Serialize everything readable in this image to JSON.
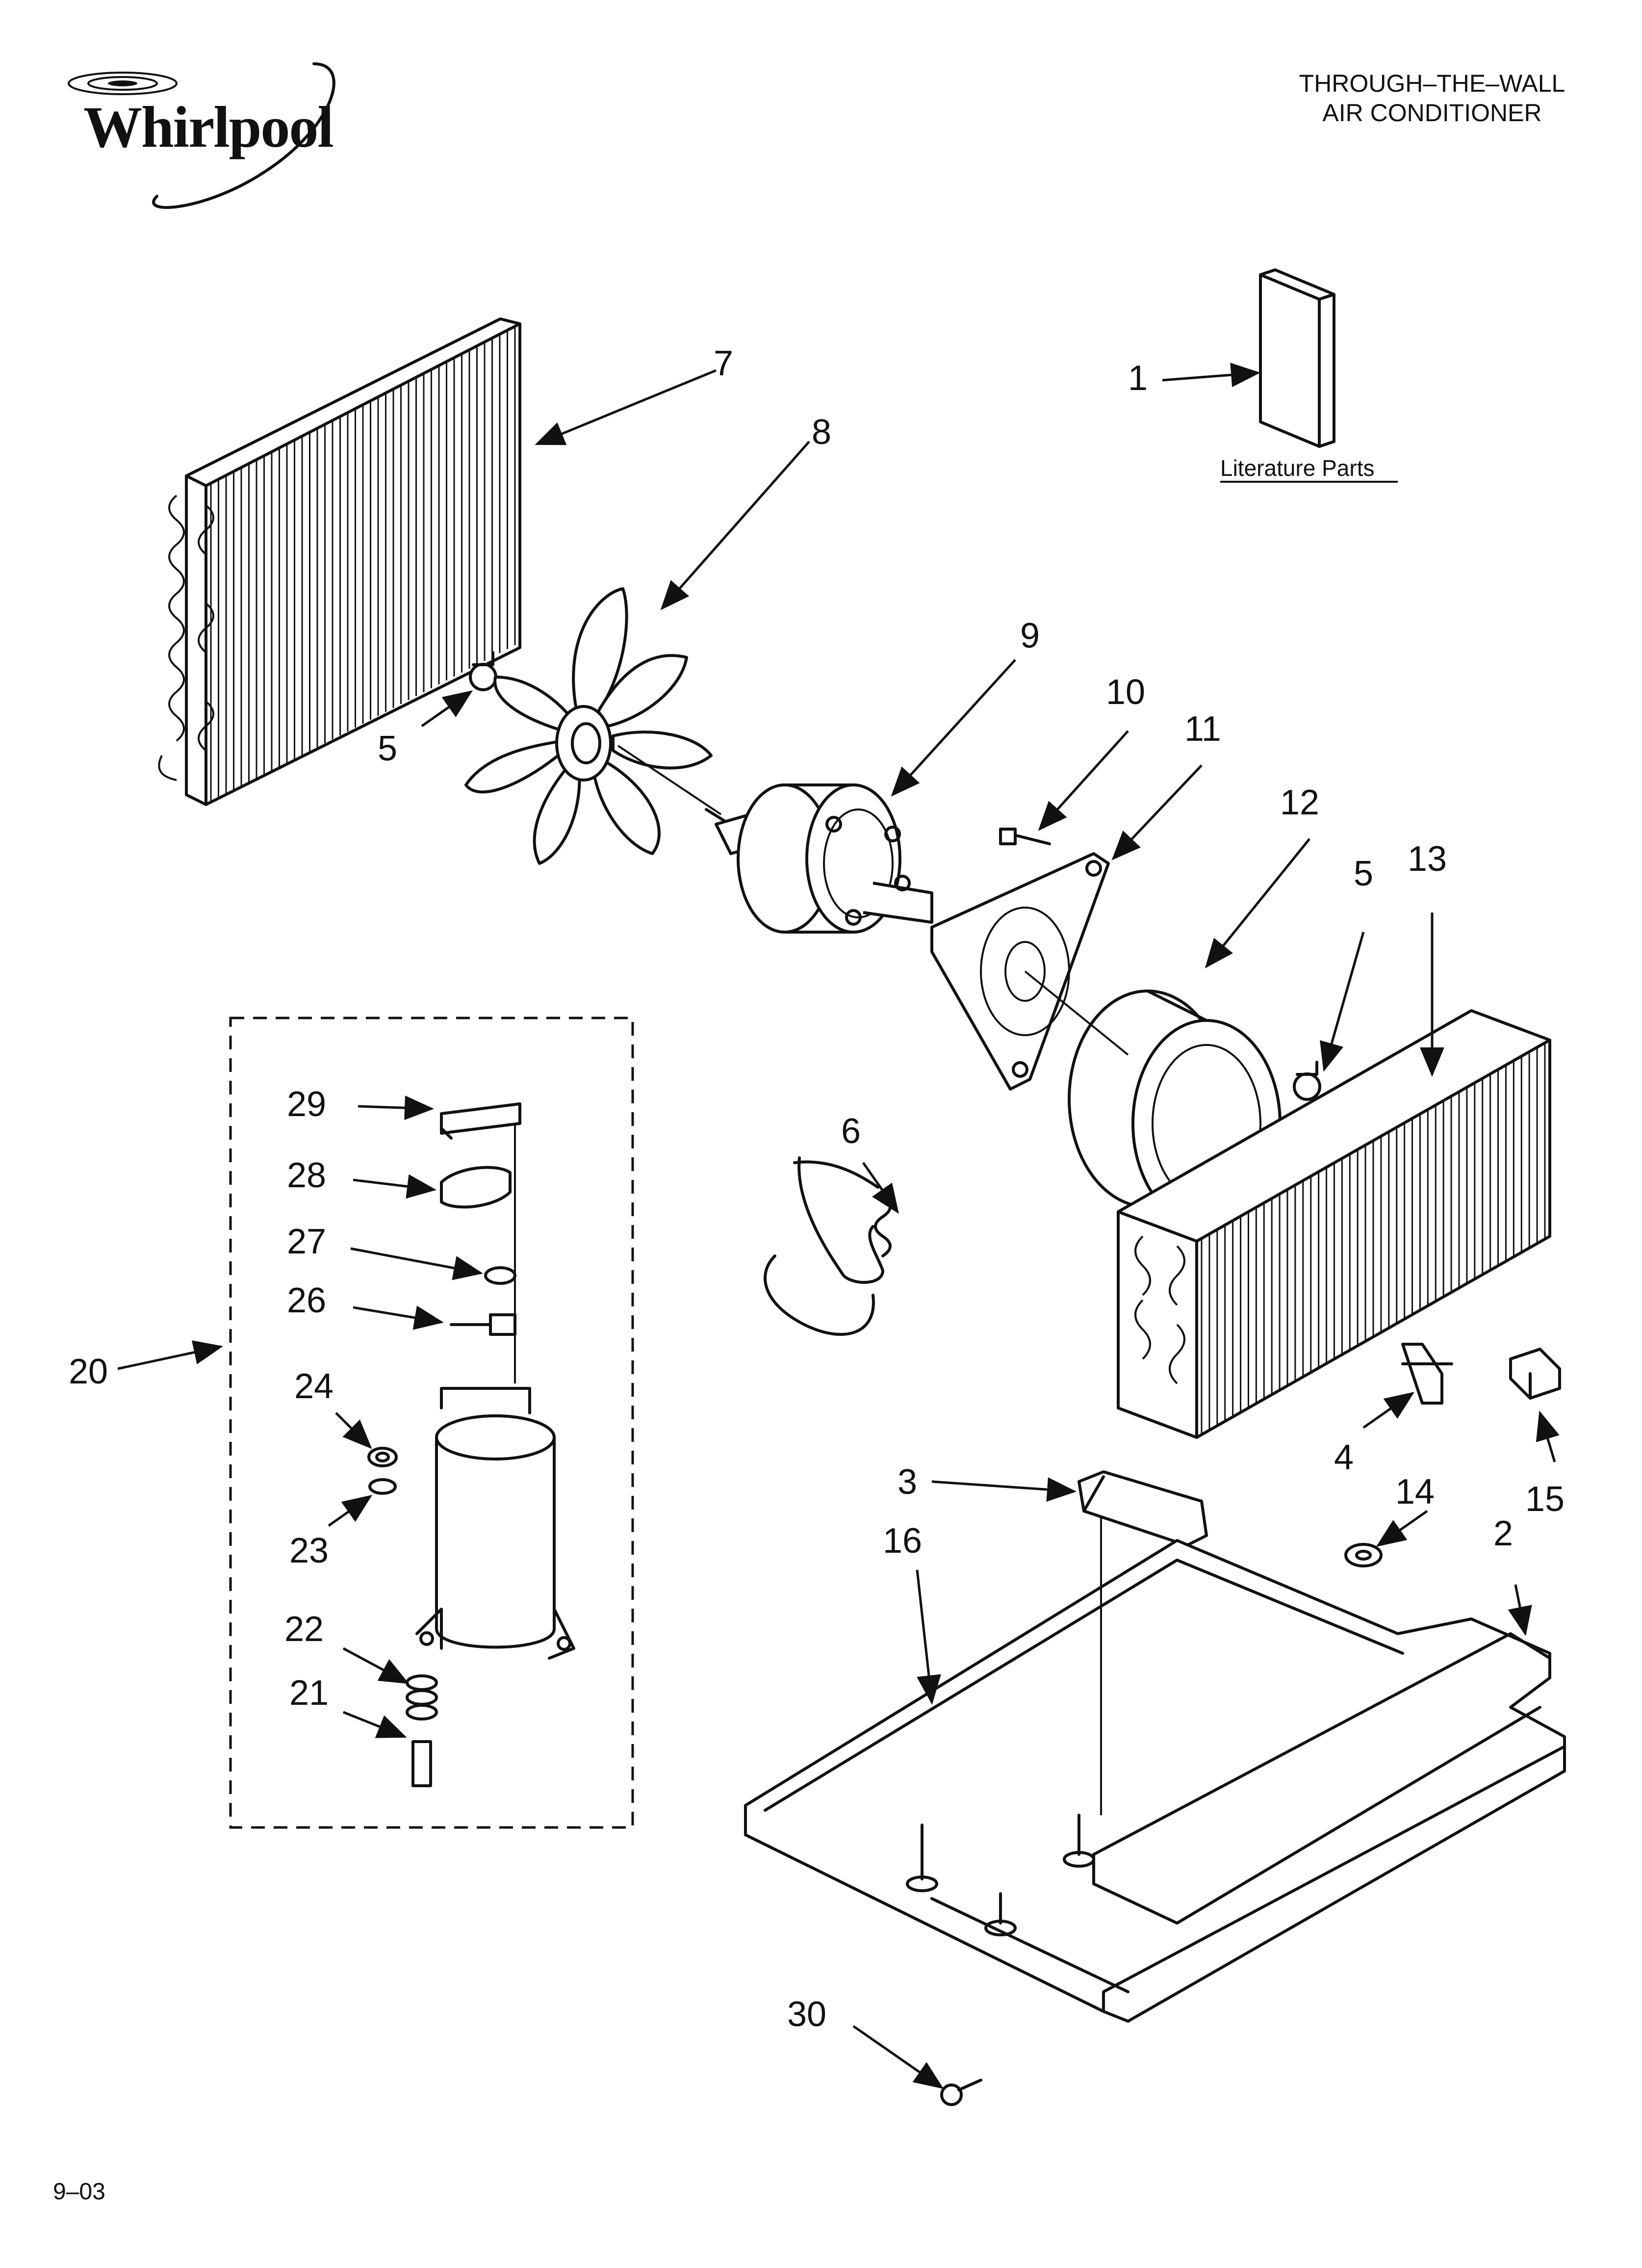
{
  "brand": {
    "name": "Whirlpool"
  },
  "header": {
    "title_line1": "THROUGH–THE–WALL",
    "title_line2": "AIR CONDITIONER"
  },
  "footer": {
    "code": "9–03"
  },
  "literature_label": "Literature Parts",
  "callouts": {
    "c1": "1",
    "c2": "2",
    "c3": "3",
    "c4": "4",
    "c5a": "5",
    "c5b": "5",
    "c6": "6",
    "c7": "7",
    "c8": "8",
    "c9": "9",
    "c10": "10",
    "c11": "11",
    "c12": "12",
    "c13": "13",
    "c14": "14",
    "c15": "15",
    "c16": "16",
    "c20": "20",
    "c21": "21",
    "c22": "22",
    "c23": "23",
    "c24": "24",
    "c26": "26",
    "c27": "27",
    "c28": "28",
    "c29": "29",
    "c30": "30"
  }
}
